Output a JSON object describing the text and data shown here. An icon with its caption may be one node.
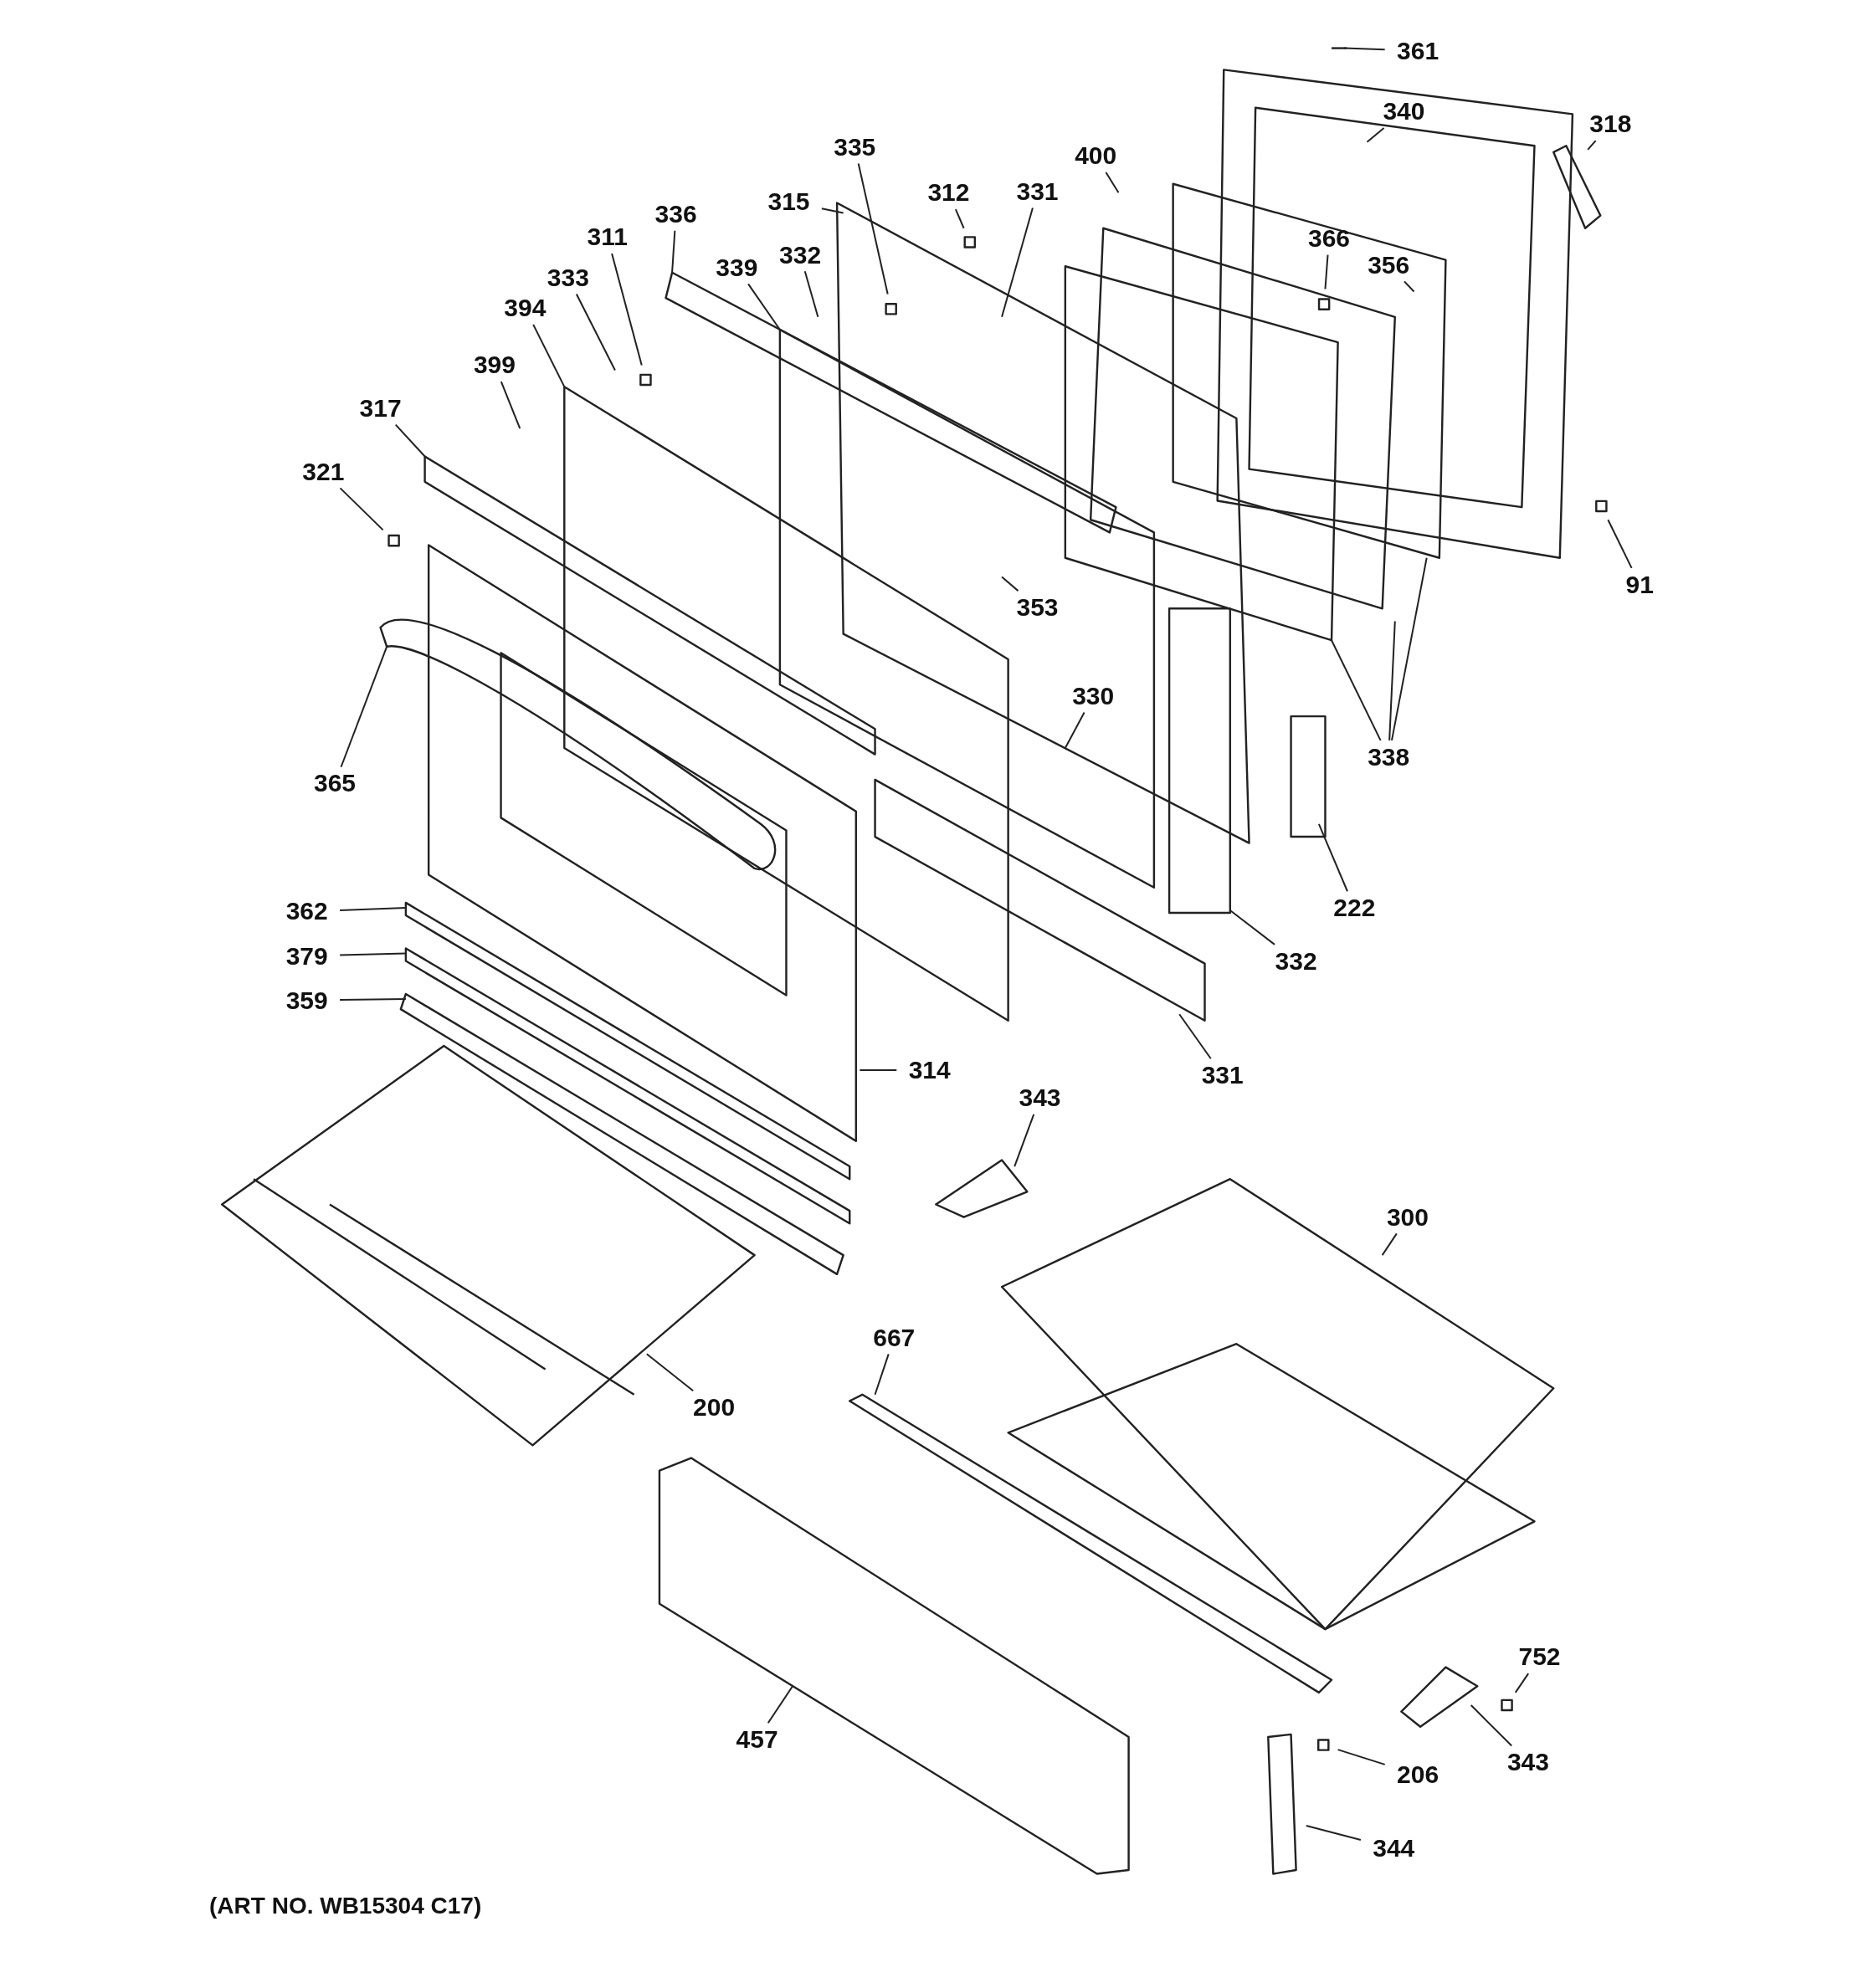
{
  "diagram": {
    "caption": "(ART NO. WB15304 C17)",
    "nodes": [
      {
        "text": [
          "361"
        ]
      },
      {
        "text": [
          "340"
        ]
      },
      {
        "text": [
          "318"
        ]
      },
      {
        "text": [
          "335"
        ]
      },
      {
        "text": [
          "400"
        ]
      },
      {
        "text": [
          "312"
        ]
      },
      {
        "text": [
          "331"
        ]
      },
      {
        "text": [
          "315"
        ]
      },
      {
        "text": [
          "336"
        ]
      },
      {
        "text": [
          "311"
        ]
      },
      {
        "text": [
          "366"
        ]
      },
      {
        "text": [
          "332"
        ]
      },
      {
        "text": [
          "356"
        ]
      },
      {
        "text": [
          "339"
        ]
      },
      {
        "text": [
          "333"
        ]
      },
      {
        "text": [
          "394"
        ]
      },
      {
        "text": [
          "399"
        ]
      },
      {
        "text": [
          "317"
        ]
      },
      {
        "text": [
          "321"
        ]
      },
      {
        "text": [
          "91"
        ]
      },
      {
        "text": [
          "353"
        ]
      },
      {
        "text": [
          "330"
        ]
      },
      {
        "text": [
          "338"
        ]
      },
      {
        "text": [
          "365"
        ]
      },
      {
        "text": [
          "222"
        ]
      },
      {
        "text": [
          "362"
        ]
      },
      {
        "text": [
          "379"
        ]
      },
      {
        "text": [
          "332"
        ]
      },
      {
        "text": [
          "359"
        ]
      },
      {
        "text": [
          "314"
        ]
      },
      {
        "text": [
          "331"
        ]
      },
      {
        "text": [
          "343"
        ]
      },
      {
        "text": [
          "300"
        ]
      },
      {
        "text": [
          "667"
        ]
      },
      {
        "text": [
          "200"
        ]
      },
      {
        "text": [
          "752"
        ]
      },
      {
        "text": [
          "457"
        ]
      },
      {
        "text": [
          "343"
        ]
      },
      {
        "text": [
          "206"
        ]
      },
      {
        "text": [
          "344"
        ]
      }
    ],
    "edges": [
      {
        "from": 0,
        "to": null,
        "arrow": "none"
      },
      {
        "from": 1,
        "to": null,
        "arrow": "none"
      },
      {
        "from": 2,
        "to": null,
        "arrow": "none"
      },
      {
        "from": 3,
        "to": null,
        "arrow": "none"
      },
      {
        "from": 4,
        "to": null,
        "arrow": "none"
      },
      {
        "from": 5,
        "to": null,
        "arrow": "none"
      },
      {
        "from": 6,
        "to": null,
        "arrow": "none"
      },
      {
        "from": 7,
        "to": null,
        "arrow": "none"
      },
      {
        "from": 8,
        "to": null,
        "arrow": "none"
      },
      {
        "from": 9,
        "to": null,
        "arrow": "none"
      },
      {
        "from": 10,
        "to": null,
        "arrow": "none"
      },
      {
        "from": 11,
        "to": null,
        "arrow": "none"
      },
      {
        "from": 12,
        "to": null,
        "arrow": "none"
      },
      {
        "from": 13,
        "to": null,
        "arrow": "none"
      },
      {
        "from": 14,
        "to": null,
        "arrow": "none"
      },
      {
        "from": 15,
        "to": null,
        "arrow": "none"
      },
      {
        "from": 16,
        "to": null,
        "arrow": "none"
      },
      {
        "from": 17,
        "to": null,
        "arrow": "none"
      },
      {
        "from": 18,
        "to": null,
        "arrow": "none"
      },
      {
        "from": 19,
        "to": null,
        "arrow": "none"
      },
      {
        "from": 20,
        "to": null,
        "arrow": "none"
      },
      {
        "from": 21,
        "to": null,
        "arrow": "none"
      },
      {
        "from": 22,
        "to": null,
        "arrow": "none"
      },
      {
        "from": 22,
        "to": null,
        "arrow": "none"
      },
      {
        "from": 22,
        "to": null,
        "arrow": "none"
      },
      {
        "from": 23,
        "to": null,
        "arrow": "none"
      },
      {
        "from": 24,
        "to": null,
        "arrow": "none"
      },
      {
        "from": 25,
        "to": null,
        "arrow": "none"
      },
      {
        "from": 26,
        "to": null,
        "arrow": "none"
      },
      {
        "from": 27,
        "to": null,
        "arrow": "none"
      },
      {
        "from": 28,
        "to": null,
        "arrow": "none"
      },
      {
        "from": 29,
        "to": null,
        "arrow": "none"
      },
      {
        "from": 30,
        "to": null,
        "arrow": "none"
      },
      {
        "from": 31,
        "to": null,
        "arrow": "none"
      },
      {
        "from": 32,
        "to": null,
        "arrow": "none"
      },
      {
        "from": 33,
        "to": null,
        "arrow": "none"
      },
      {
        "from": 34,
        "to": null,
        "arrow": "none"
      },
      {
        "from": 35,
        "to": null,
        "arrow": "none"
      },
      {
        "from": 36,
        "to": null,
        "arrow": "none"
      },
      {
        "from": 37,
        "to": null,
        "arrow": "none"
      },
      {
        "from": 38,
        "to": null,
        "arrow": "none"
      },
      {
        "from": 39,
        "to": null,
        "arrow": "none"
      }
    ]
  }
}
